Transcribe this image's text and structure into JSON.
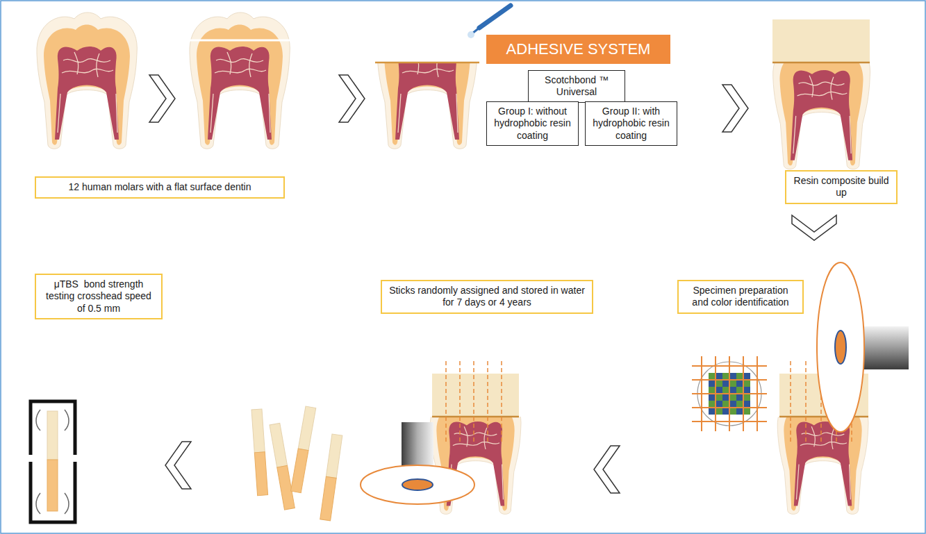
{
  "diagram": {
    "nodes": [
      {
        "text": [
          "12 human molars with a flat surface dentin"
        ]
      },
      {
        "text": [
          "ADHESIVE SYSTEM"
        ]
      },
      {
        "text": [
          "Scotchbond ™ Universal"
        ]
      },
      {
        "text": [
          "Group I: without hydrophobic resin coating"
        ]
      },
      {
        "text": [
          "Group II: with hydrophobic resin coating"
        ]
      },
      {
        "text": [
          "Resin composite build up"
        ]
      },
      {
        "text": [
          "Specimen preparation and color identification"
        ]
      },
      {
        "text": [
          "Sticks randomly assigned and stored in water for 7 days or 4 years"
        ]
      },
      {
        "text": [
          "μTBS  bond strength testing crosshead speed of 0.5 mm"
        ]
      }
    ]
  }
}
